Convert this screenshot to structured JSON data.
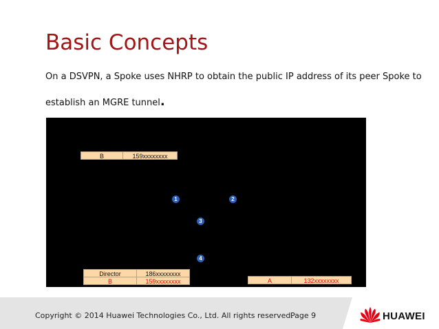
{
  "slide": {
    "title": "Basic Concepts",
    "body_line1": "On a DSVPN, a Spoke uses NHRP to obtain the public IP address of its peer Spoke to",
    "body_line2_text": "establish an MGRE tunnel",
    "body_line2_period": "."
  },
  "figure": {
    "table_top": {
      "name": "B",
      "value": "159xxxxxxxx"
    },
    "table_left_rows": [
      {
        "name": "Director",
        "value": "186xxxxxxxx",
        "color": "#111111"
      },
      {
        "name": "B",
        "value": "159xxxxxxxx",
        "color": "#e01010"
      }
    ],
    "table_right": {
      "name": "A",
      "value": "132xxxxxxxx",
      "color": "#e01010"
    },
    "step_badges": [
      "1",
      "2",
      "3",
      "4"
    ],
    "badge_color": "#2b5fb8",
    "cell_fill": "#fcd7a8"
  },
  "footer": {
    "copyright": "Copyright © 2014 Huawei Technologies Co., Ltd. All rights reserved.",
    "page": "Page 9",
    "brand": "HUAWEI",
    "brand_color": "#e60012",
    "logo_icon": "huawei-petal-logo"
  }
}
